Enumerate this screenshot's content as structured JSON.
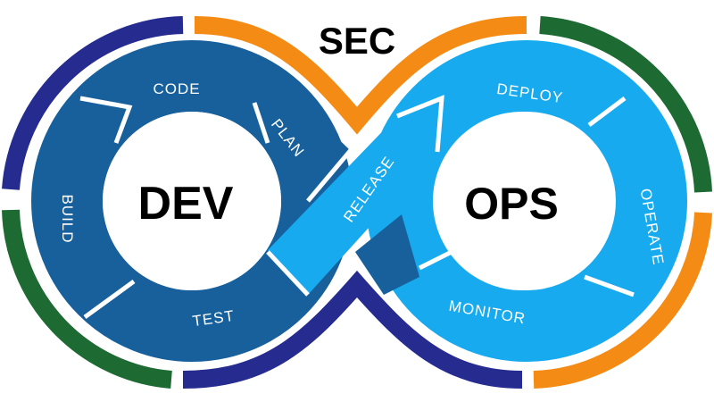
{
  "title": "SEC",
  "left_hub": "DEV",
  "right_hub": "OPS",
  "stages": {
    "plan": "PLAN",
    "code": "CODE",
    "build": "BUILD",
    "test": "TEST",
    "release": "RELEASE",
    "deploy": "DEPLOY",
    "operate": "OPERATE",
    "monitor": "MONITOR"
  },
  "colors": {
    "dev_blue": "#17609c",
    "ops_blue": "#18aaee",
    "navy": "#252b8f",
    "orange": "#f38b14",
    "green": "#1d6a33"
  }
}
